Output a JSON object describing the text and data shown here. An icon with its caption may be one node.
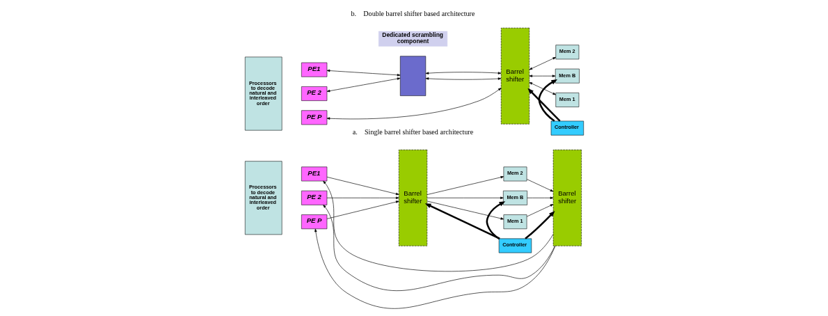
{
  "diagram": {
    "nodes": [
      {
        "text": [
          "Processors to decode natural and interleaved order"
        ]
      },
      {
        "text": [
          "PE1"
        ]
      },
      {
        "text": [
          "PE 2"
        ]
      },
      {
        "text": [
          "PE P"
        ]
      },
      {
        "text": [
          "Dedicated scrambling component"
        ]
      },
      {
        "text": [],
        "shape": "box"
      },
      {
        "text": [
          "Barrel shifter"
        ]
      },
      {
        "text": [
          "Mem 1"
        ]
      },
      {
        "text": [
          "Mem 2"
        ]
      },
      {
        "text": [
          "Mem B"
        ]
      },
      {
        "text": [
          "Controller"
        ]
      },
      {
        "text": [
          "Processors to decode natural and interleaved order"
        ]
      },
      {
        "text": [
          "PE1"
        ]
      },
      {
        "text": [
          "PE 2"
        ]
      },
      {
        "text": [
          "PE P"
        ]
      },
      {
        "text": [
          "Barrel shifter"
        ]
      },
      {
        "text": [
          "Mem 1"
        ]
      },
      {
        "text": [
          "Mem 2"
        ]
      },
      {
        "text": [
          "Mem B"
        ]
      },
      {
        "text": [
          "Barrel shifter"
        ]
      },
      {
        "text": [
          "Controller"
        ]
      }
    ],
    "edges": [
      {
        "from": 1,
        "to": 5,
        "arrow": "both"
      },
      {
        "from": 2,
        "to": 5,
        "arrow": "both"
      },
      {
        "from": 5,
        "to": 6,
        "arrow": "both"
      },
      {
        "from": 5,
        "to": 6,
        "arrow": "both"
      },
      {
        "from": 3,
        "to": 6,
        "arrow": "both"
      },
      {
        "from": 6,
        "to": 7,
        "arrow": "both"
      },
      {
        "from": 6,
        "to": 8,
        "arrow": "both"
      },
      {
        "from": 6,
        "to": 9,
        "arrow": "both"
      },
      {
        "from": 10,
        "to": 6,
        "arrow": "to",
        "style": "thick"
      },
      {
        "from": 10,
        "to": 9,
        "arrow": "to",
        "style": "thick"
      },
      {
        "from": 12,
        "to": 15,
        "arrow": "to"
      },
      {
        "from": 13,
        "to": 15,
        "arrow": "to"
      },
      {
        "from": 14,
        "to": 15,
        "arrow": "to"
      },
      {
        "from": 15,
        "to": 16,
        "arrow": "to"
      },
      {
        "from": 15,
        "to": 17,
        "arrow": "to"
      },
      {
        "from": 15,
        "to": 18,
        "arrow": "to"
      },
      {
        "from": 16,
        "to": 19,
        "arrow": "to"
      },
      {
        "from": 17,
        "to": 19,
        "arrow": "to"
      },
      {
        "from": 18,
        "to": 19,
        "arrow": "to"
      },
      {
        "from": 19,
        "to": 12,
        "arrow": "to"
      },
      {
        "from": 19,
        "to": 13,
        "arrow": "to"
      },
      {
        "from": 19,
        "to": 14,
        "arrow": "to"
      },
      {
        "from": 20,
        "to": 15,
        "arrow": "to",
        "style": "thick"
      },
      {
        "from": 20,
        "to": 18,
        "arrow": "to",
        "style": "thick"
      },
      {
        "from": 20,
        "to": 19,
        "arrow": "to",
        "style": "thick"
      }
    ],
    "labels": [
      "a.    Single barrel shifter based architecture",
      "b.    Double barrel shifter based architecture"
    ]
  }
}
